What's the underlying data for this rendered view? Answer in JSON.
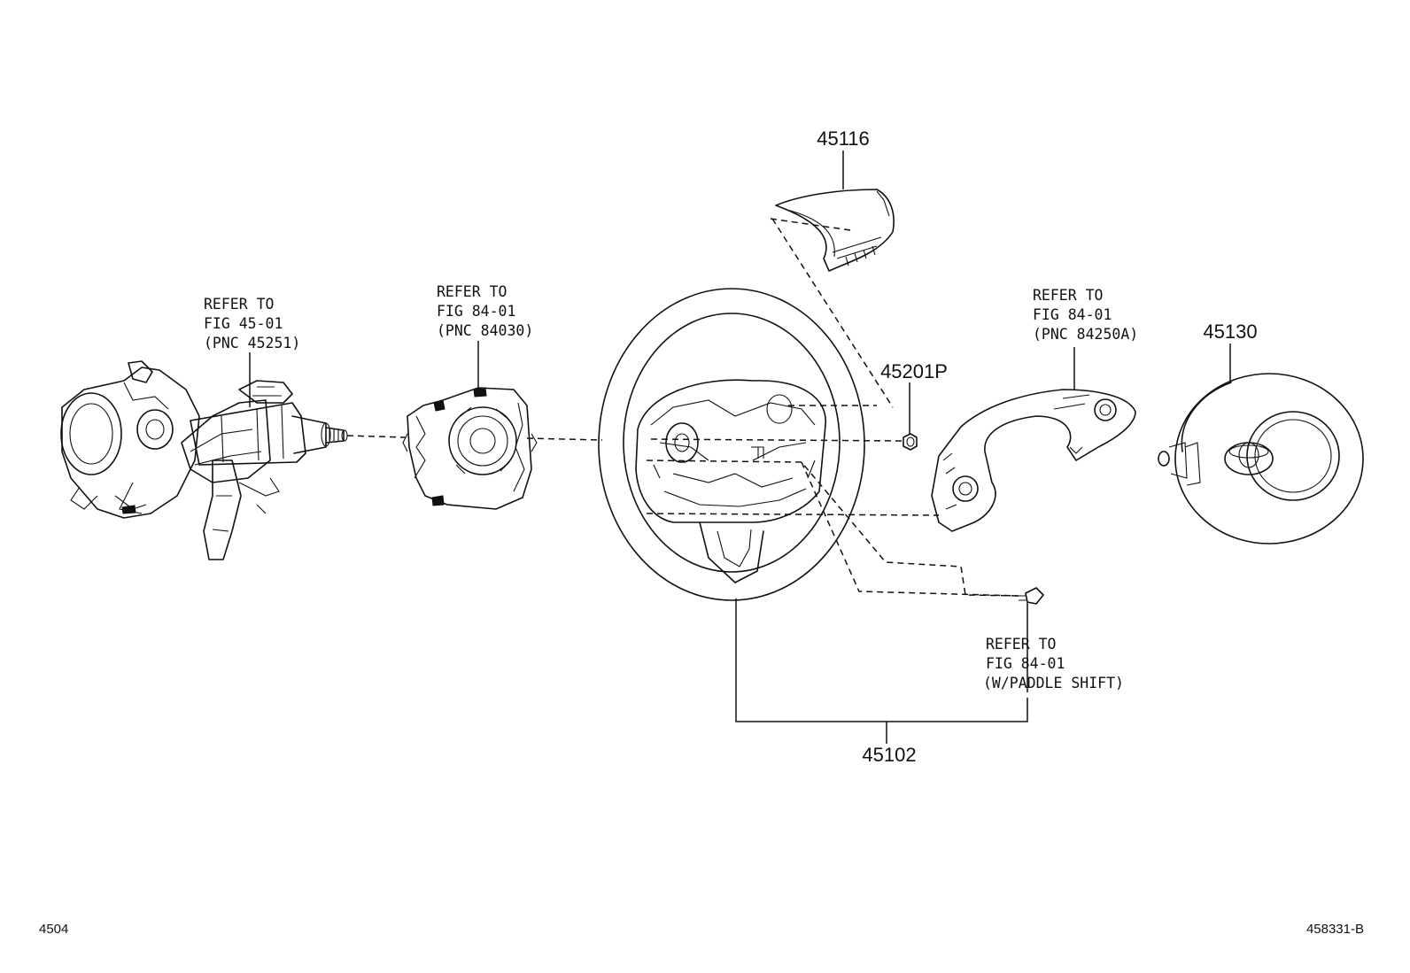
{
  "callouts": {
    "steering_column": {
      "lines": [
        "REFER TO",
        "FIG 45-01",
        "(PNC 45251)"
      ]
    },
    "spiral_cable": {
      "lines": [
        "REFER TO",
        "FIG 84-01",
        "(PNC 84030)"
      ]
    },
    "steering_switch": {
      "lines": [
        "REFER TO",
        "FIG 84-01",
        "(PNC 84250A)"
      ]
    },
    "paddle_shift": {
      "lines": [
        "REFER TO",
        "FIG 84-01",
        "(W/PADDLE SHIFT)"
      ]
    }
  },
  "part_numbers": {
    "lower_cover": "45116",
    "nut": "45201P",
    "horn_pad": "45130",
    "wheel_assy": "45102"
  },
  "footer": {
    "figure_code": "4504",
    "drawing_id": "458331-B"
  }
}
